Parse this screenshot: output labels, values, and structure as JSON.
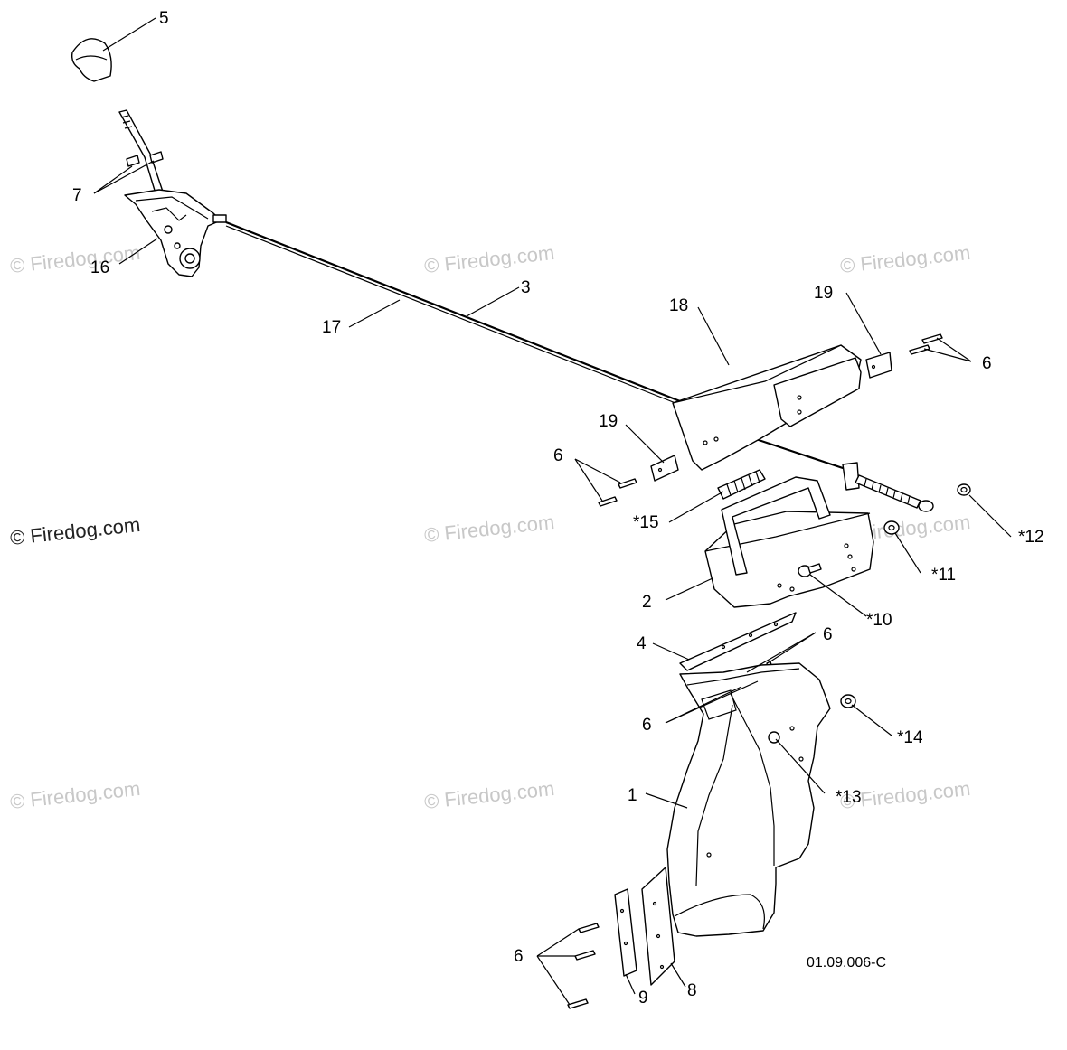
{
  "drawing_code": "01.09.006-C",
  "watermarks": {
    "light": "© Firedog.com",
    "dark": "© Firedog.com"
  },
  "callouts": {
    "c1": "1",
    "c2": "2",
    "c3": "3",
    "c4": "4",
    "c5": "5",
    "c6_left_top": "6",
    "c6_right_top": "6",
    "c6_mid_right": "6",
    "c6_mid_left": "6",
    "c6_bottom": "6",
    "c7": "7",
    "c8": "8",
    "c9": "9",
    "c10": "*10",
    "c11": "*11",
    "c12": "*12",
    "c13": "*13",
    "c14": "*14",
    "c15": "*15",
    "c16": "16",
    "c17": "17",
    "c18": "18",
    "c19_top": "19",
    "c19_mid": "19"
  }
}
